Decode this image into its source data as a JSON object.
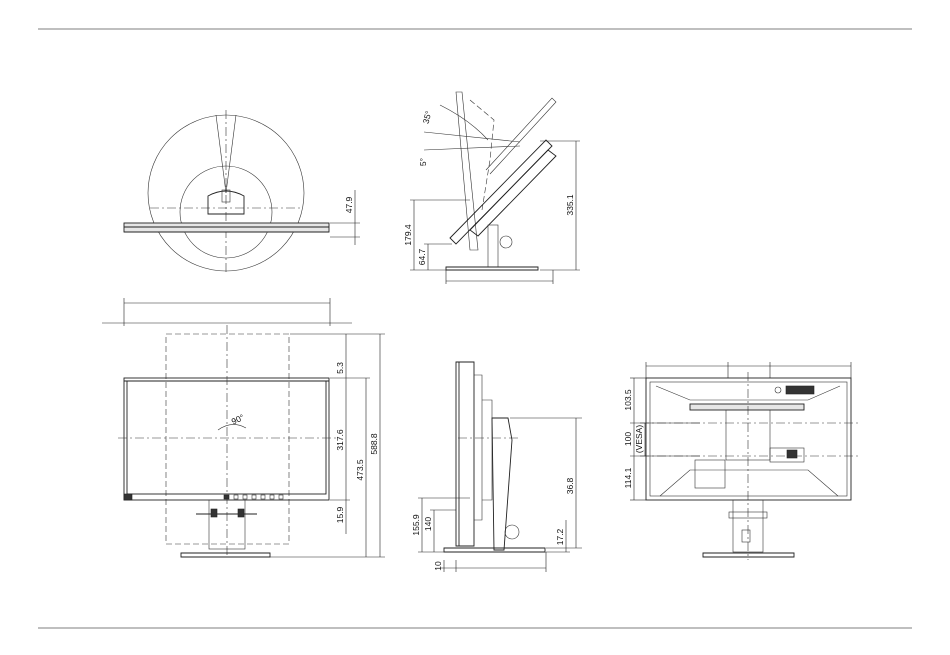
{
  "views": {
    "top": {
      "depth_label": "47.9"
    },
    "side_tilt": {
      "tilt_back_label": "35°",
      "tilt_forward_label": "5°",
      "max_height_label": "335.1",
      "stand_height_label": "179.4",
      "base_height_label": "64.7"
    },
    "front": {
      "pivot_label": "90°",
      "top_gap_label": "5.3",
      "panel_height_label": "317.6",
      "adjust_height_label": "473.5",
      "total_height_label": "588.8",
      "bottom_gap_label": "15.9"
    },
    "side": {
      "range_label": "36.8",
      "screen_bottom_label": "155.9",
      "bezel_bottom_label": "140",
      "base_thickness_label": "10",
      "stand_offset_label": "17.2"
    },
    "rear": {
      "vesa_top_label": "103.5",
      "vesa_label": "100",
      "vesa_sub_label": "(VESA)",
      "vesa_bottom_label": "114.1"
    }
  }
}
